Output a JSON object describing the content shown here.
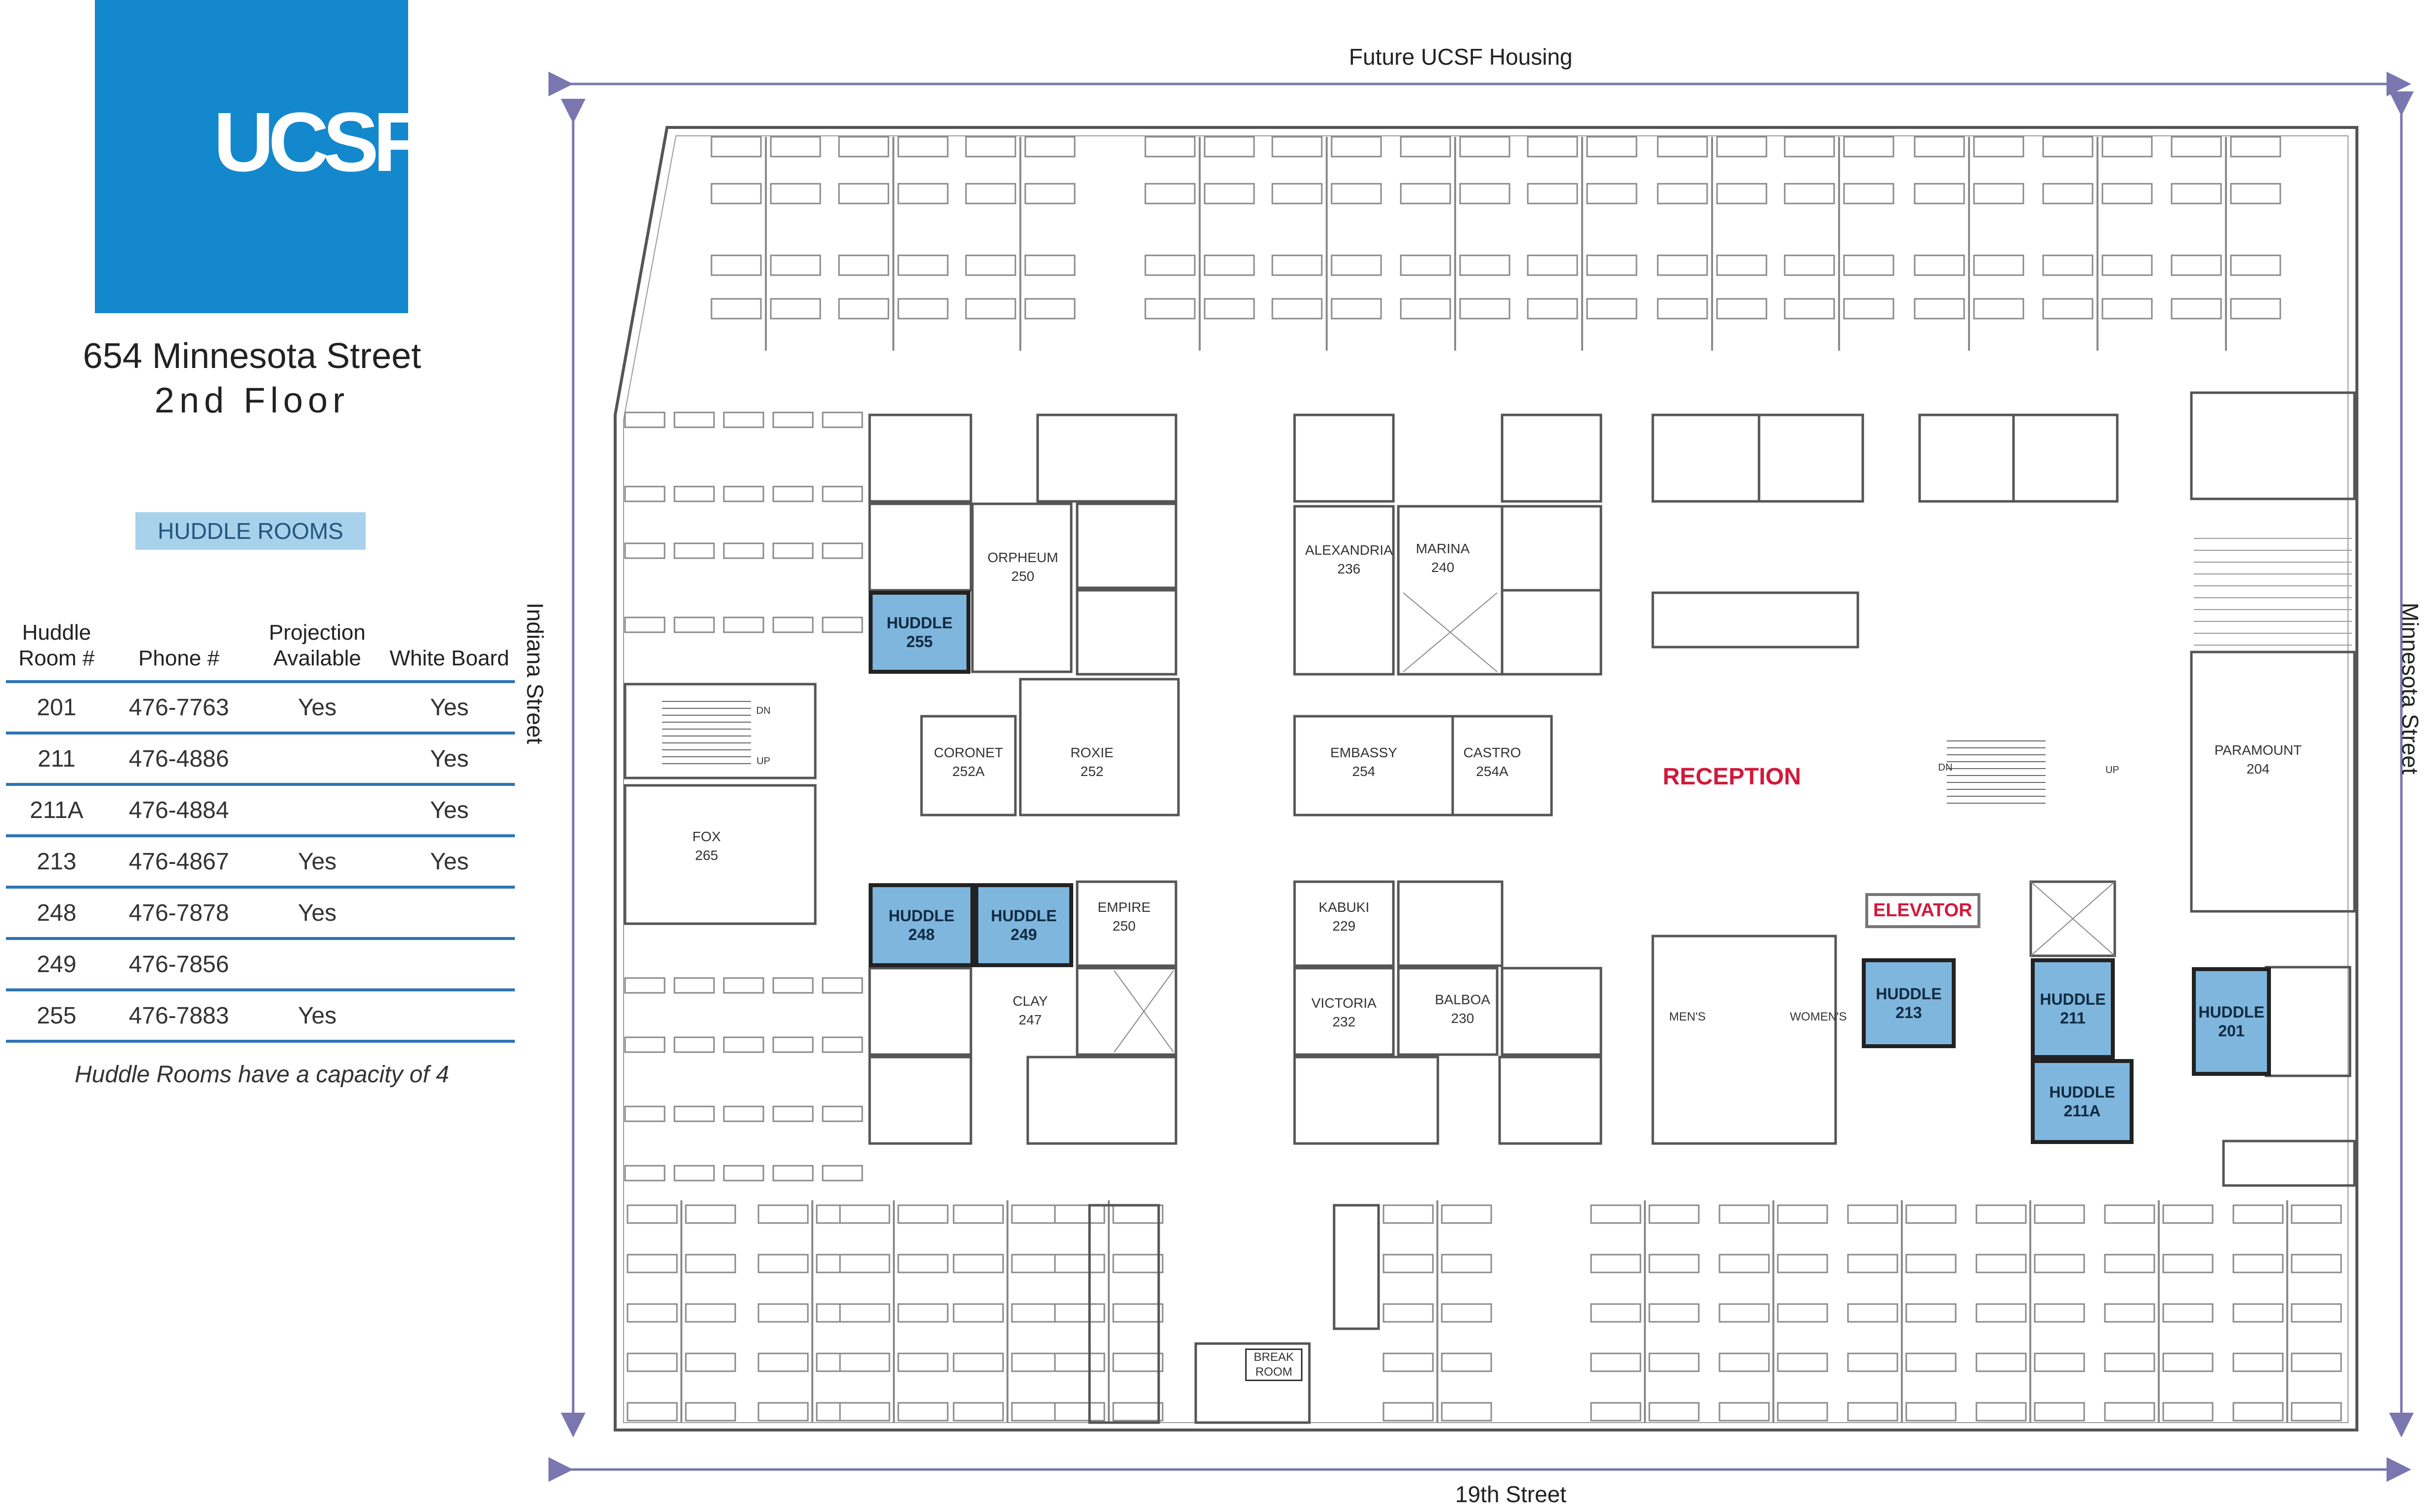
{
  "logo": {
    "text": "UCSF",
    "color": "#1488cc"
  },
  "address": {
    "line1": "654 Minnesota Street",
    "line2": "2nd Floor"
  },
  "huddle_rooms_title": "HUDDLE ROOMS",
  "table": {
    "headers": [
      "Huddle Room #",
      "Phone #",
      "Projection Available",
      "White Board"
    ],
    "rows": [
      {
        "room": "201",
        "phone": "476-7763",
        "projection": "Yes",
        "whiteboard": "Yes"
      },
      {
        "room": "211",
        "phone": "476-4886",
        "projection": "",
        "whiteboard": "Yes"
      },
      {
        "room": "211A",
        "phone": "476-4884",
        "projection": "",
        "whiteboard": "Yes"
      },
      {
        "room": "213",
        "phone": "476-4867",
        "projection": "Yes",
        "whiteboard": "Yes"
      },
      {
        "room": "248",
        "phone": "476-7878",
        "projection": "Yes",
        "whiteboard": ""
      },
      {
        "room": "249",
        "phone": "476-7856",
        "projection": "",
        "whiteboard": ""
      },
      {
        "room": "255",
        "phone": "476-7883",
        "projection": "Yes",
        "whiteboard": ""
      }
    ]
  },
  "capacity_note": "Huddle Rooms have a capacity of 4",
  "streets": {
    "top": "Future UCSF Housing",
    "bottom": "19th Street",
    "left": "Indiana Street",
    "right": "Minnesota Street"
  },
  "rooms": {
    "orpheum": {
      "name": "ORPHEUM",
      "num": "250"
    },
    "alexandria": {
      "name": "ALEXANDRIA",
      "num": "236"
    },
    "marina": {
      "name": "MARINA",
      "num": "240"
    },
    "coronet": {
      "name": "CORONET",
      "num": "252A"
    },
    "roxie": {
      "name": "ROXIE",
      "num": "252"
    },
    "embassy": {
      "name": "EMBASSY",
      "num": "254"
    },
    "castro": {
      "name": "CASTRO",
      "num": "254A"
    },
    "fox": {
      "name": "FOX",
      "num": "265"
    },
    "empire": {
      "name": "EMPIRE",
      "num": "250"
    },
    "clay": {
      "name": "CLAY",
      "num": "247"
    },
    "kabuki": {
      "name": "KABUKI",
      "num": "229"
    },
    "victoria": {
      "name": "VICTORIA",
      "num": "232"
    },
    "balboa": {
      "name": "BALBOA",
      "num": "230"
    },
    "paramount": {
      "name": "PARAMOUNT",
      "num": "204"
    },
    "mens": "MEN'S",
    "womens": "WOMEN'S",
    "break_room": "BREAK ROOM",
    "dn": "DN",
    "up": "UP"
  },
  "huddles": {
    "h255": {
      "label": "HUDDLE",
      "num": "255"
    },
    "h248": {
      "label": "HUDDLE",
      "num": "248"
    },
    "h249": {
      "label": "HUDDLE",
      "num": "249"
    },
    "h213": {
      "label": "HUDDLE",
      "num": "213"
    },
    "h211": {
      "label": "HUDDLE",
      "num": "211"
    },
    "h211a": {
      "label": "HUDDLE",
      "num": "211A"
    },
    "h201": {
      "label": "HUDDLE",
      "num": "201"
    }
  },
  "reception": "RECEPTION",
  "elevator": "ELEVATOR",
  "colors": {
    "huddle_fill": "#7fb6dd",
    "accent_red": "#d11a3b",
    "arrow": "#7a76b0",
    "table_rule": "#2f74b5"
  }
}
